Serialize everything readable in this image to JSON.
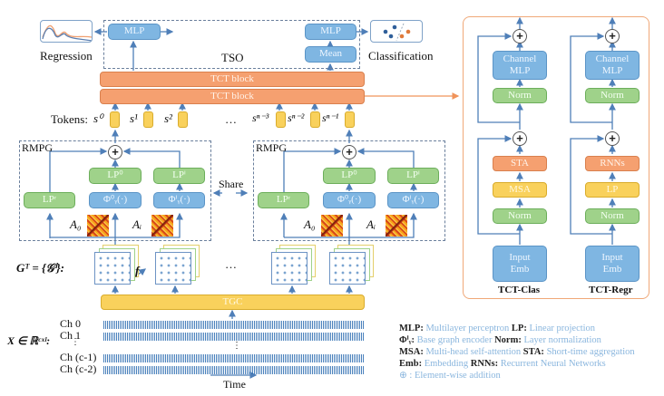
{
  "outputs": {
    "regression_label": "Regression",
    "classification_label": "Classification"
  },
  "tso": {
    "title": "TSO",
    "left_mlp": "MLP",
    "right_mlp": "MLP",
    "mean": "Mean"
  },
  "tct_blocks": [
    "TCT block",
    "TCT block"
  ],
  "tokens": {
    "label": "Tokens:",
    "items": [
      "s⁰",
      "s¹",
      "s²",
      "…",
      "sⁿ⁻³",
      "sⁿ⁻²",
      "sⁿ⁻¹"
    ]
  },
  "rmpg": {
    "title": "RMPG",
    "lp_r": "LPʳ",
    "lp_0": "LP⁰",
    "lp_i": "LPⁱ",
    "phi_0": "Φ⁰ᵧ(·)",
    "phi_i": "Φⁱᵧ(·)",
    "a0": "A₀",
    "ai": "Aᵢ",
    "share_label": "Share"
  },
  "graphs": {
    "label": "Gᵀ = {𝒢ⁱ}:",
    "f_label": "f",
    "ellipsis": "…"
  },
  "tgc": {
    "label": "TGC"
  },
  "signals": {
    "x_label": "X ∈ ℝᶜˣˡ:",
    "channels": [
      "Ch 0",
      "Ch 1",
      "Ch (c-1)",
      "Ch (c-2)"
    ],
    "vdots": "⋮",
    "time_label": "Time"
  },
  "tct_clas": {
    "title": "TCT-Clas",
    "channel_mlp": [
      "Channel",
      "MLP"
    ],
    "norm_top": "Norm",
    "sta": "STA",
    "msa": "MSA",
    "norm_bottom": "Norm",
    "input_emb": [
      "Input",
      "Emb"
    ]
  },
  "tct_regr": {
    "title": "TCT-Regr",
    "channel_mlp": [
      "Channel",
      "MLP"
    ],
    "norm_top": "Norm",
    "rnns": "RNNs",
    "lp": "LP",
    "norm_bottom": "Norm",
    "input_emb": [
      "Input",
      "Emb"
    ]
  },
  "legend": [
    [
      {
        "k": "MLP:",
        "v": "Multilayer perceptron"
      },
      {
        "k": "LP:",
        "v": "Linear projection"
      }
    ],
    [
      {
        "k": "Φⁱᵧ:",
        "v": "Base graph encoder"
      },
      {
        "k": "Norm:",
        "v": "Layer normalization"
      }
    ],
    [
      {
        "k": "MSA:",
        "v": "Multi-head self-attention"
      },
      {
        "k": "STA:",
        "v": "Short-time aggregation"
      }
    ],
    [
      {
        "k": "Emb:",
        "v": "Embedding"
      },
      {
        "k": "RNNs:",
        "v": "Recurrent Neural Networks"
      }
    ],
    [
      {
        "k": "⊕ :",
        "v": "Element-wise addition"
      }
    ]
  ],
  "colors": {
    "blue_box": "#7fb6e2",
    "green_box": "#9fd28a",
    "orange_box": "#f5a070",
    "yellow_box": "#f9d15c",
    "arrow": "#4f7fb8",
    "panel_border": "#f0a878"
  }
}
